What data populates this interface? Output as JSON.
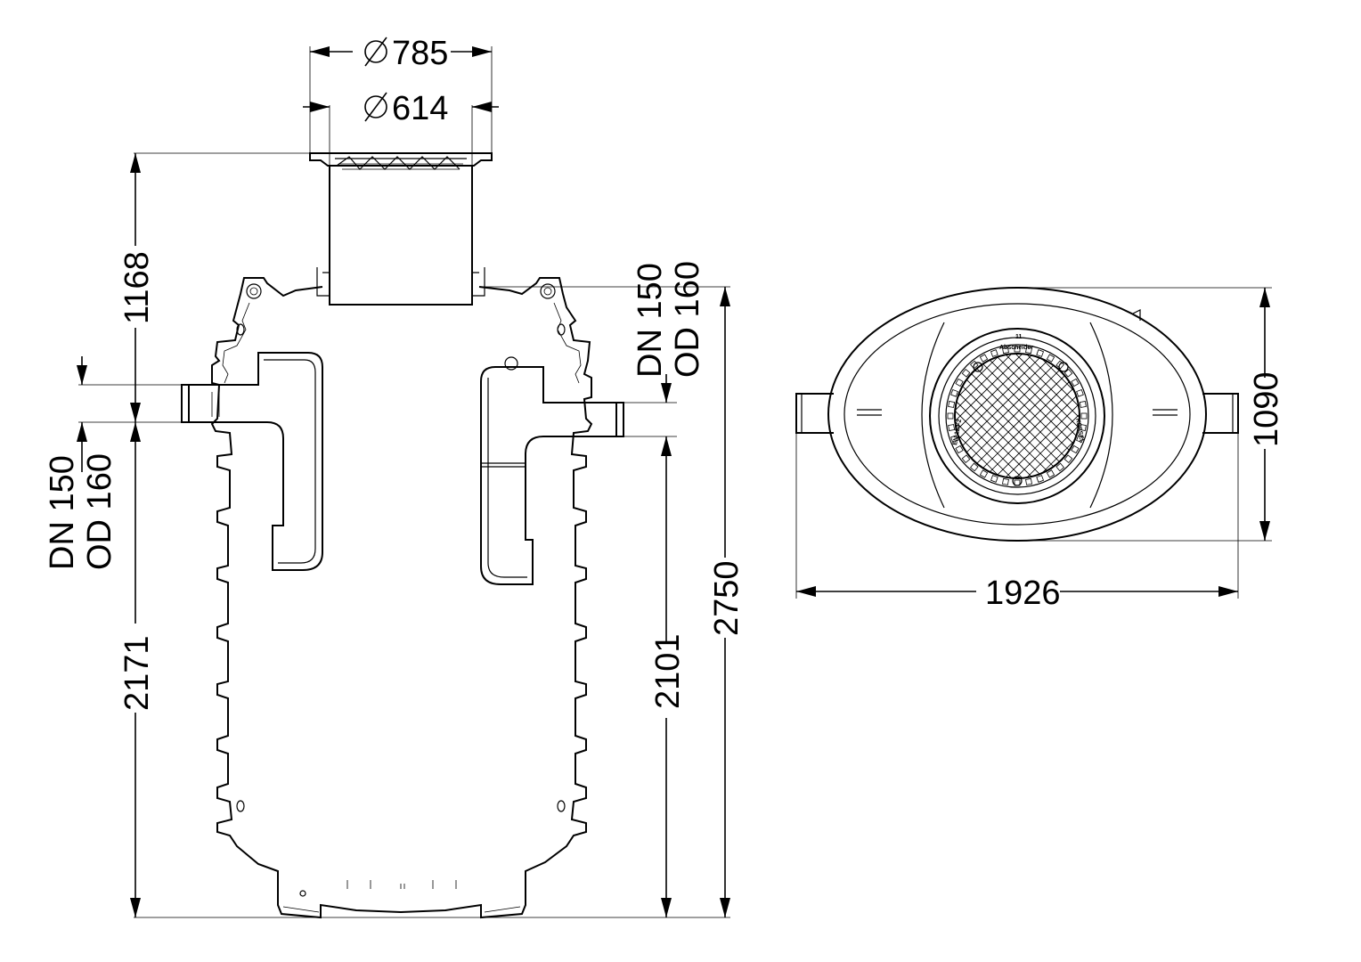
{
  "dimensions": {
    "top_outer_diameter": "785",
    "top_inner_diameter": "614",
    "shaft_height": "1168",
    "inlet_height": "2171",
    "outlet_height": "2101",
    "total_height": "2750",
    "plan_width": "1926",
    "plan_depth": "1090"
  },
  "pipes": {
    "inlet_dn": "DN 150",
    "inlet_od": "OD 160",
    "outlet_dn": "DN 150",
    "outlet_od": "OD 160"
  },
  "cover_labels": {
    "top_text": "Abscheider",
    "top_mark": "11",
    "left_text": "EN 124-2",
    "right_text": "KESSEL"
  },
  "icons": {
    "diameter_symbol": "diameter-icon"
  }
}
